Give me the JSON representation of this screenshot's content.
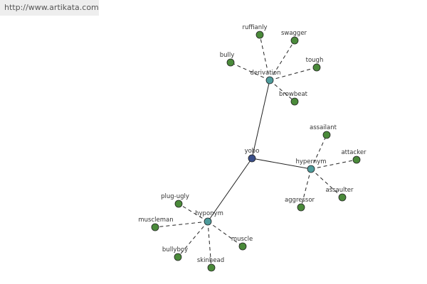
{
  "header": {
    "url": "http://www.artikata.com"
  },
  "colors": {
    "center": "#3a4f8a",
    "relation": "#4e9b9b",
    "leaf": "#4a8a3a"
  },
  "graph": {
    "center": "yobo",
    "relations": [
      {
        "label": "derivation",
        "leaves": [
          "ruffianly",
          "swagger",
          "bully",
          "tough",
          "browbeat"
        ]
      },
      {
        "label": "hypernym",
        "leaves": [
          "assailant",
          "attacker",
          "assaulter",
          "aggressor"
        ]
      },
      {
        "label": "hyponym",
        "leaves": [
          "plug-ugly",
          "muscleman",
          "muscle",
          "bullyboy",
          "skinhead"
        ]
      }
    ]
  }
}
